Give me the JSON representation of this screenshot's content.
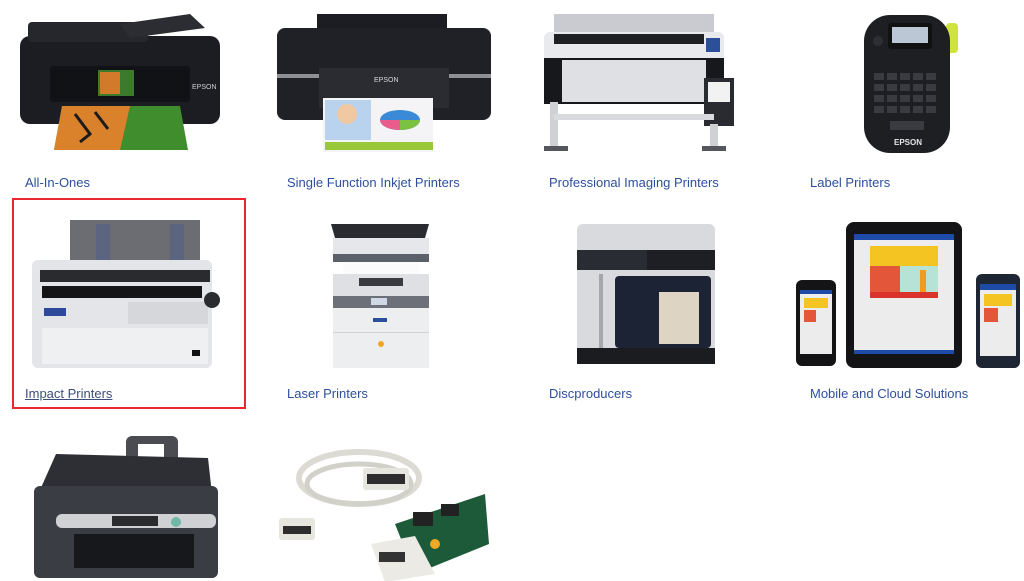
{
  "categories": [
    {
      "label": "All-In-Ones",
      "icon": "all-in-one-printer-icon"
    },
    {
      "label": "Single Function Inkjet Printers",
      "icon": "inkjet-printer-icon"
    },
    {
      "label": "Professional Imaging Printers",
      "icon": "large-format-printer-icon"
    },
    {
      "label": "Label Printers",
      "icon": "label-printer-icon"
    },
    {
      "label": "Impact Printers",
      "icon": "dot-matrix-printer-icon",
      "selected": true
    },
    {
      "label": "Laser Printers",
      "icon": "laser-printer-icon"
    },
    {
      "label": "Discproducers",
      "icon": "disc-producer-icon"
    },
    {
      "label": "Mobile and Cloud Solutions",
      "icon": "mobile-devices-icon"
    },
    {
      "label": "",
      "icon": "scanner-printer-icon"
    },
    {
      "label": "",
      "icon": "interface-card-cable-icon"
    }
  ],
  "brand_text": "EPSON",
  "colors": {
    "link": "#2d4f9e",
    "highlight_border": "#e8282e"
  }
}
